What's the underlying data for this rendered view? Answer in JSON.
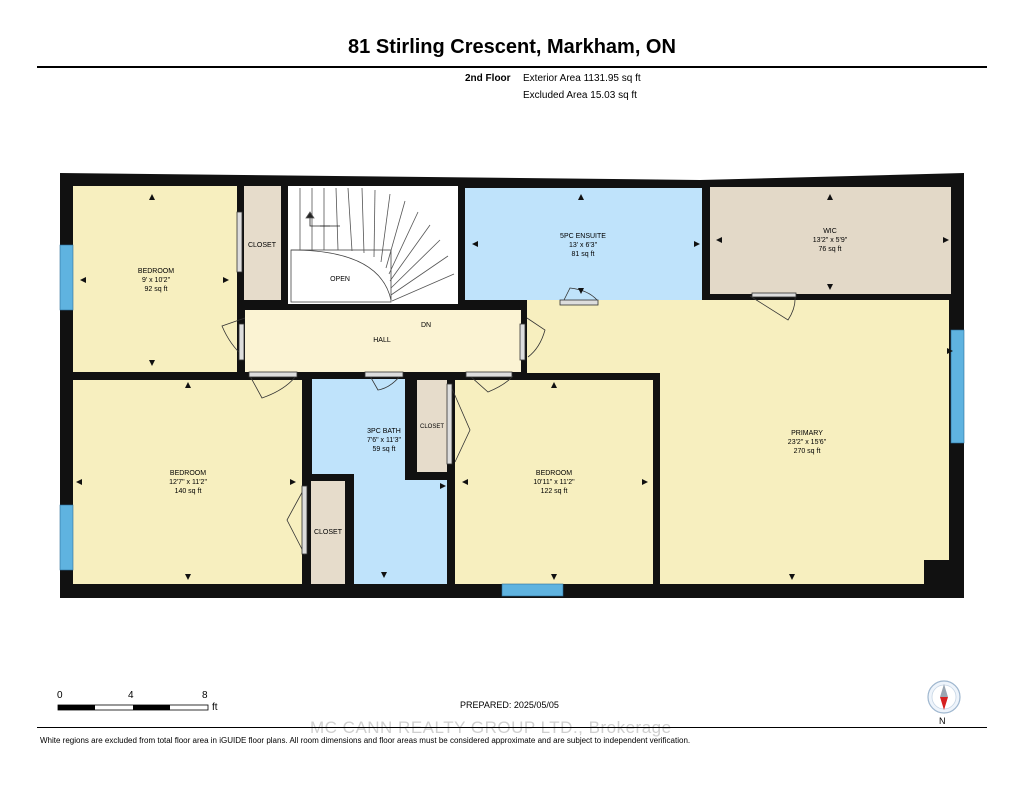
{
  "header": {
    "title": "81 Stirling Crescent, Markham, ON",
    "floor": "2nd Floor",
    "exterior_area": "Exterior Area 1131.95 sq ft",
    "excluded_area": "Excluded Area 15.03 sq ft"
  },
  "rooms": {
    "bedroom_nw": {
      "name": "BEDROOM",
      "dims": "9' x 10'2\"",
      "area": "92 sq ft"
    },
    "closet_nw": {
      "name": "CLOSET"
    },
    "open": {
      "name": "OPEN"
    },
    "ensuite": {
      "name": "5PC ENSUITE",
      "dims": "13' x 6'3\"",
      "area": "81 sq ft"
    },
    "wic": {
      "name": "WIC",
      "dims": "13'2\" x 5'9\"",
      "area": "76 sq ft"
    },
    "hall": {
      "name": "HALL"
    },
    "dn": {
      "name": "DN"
    },
    "bedroom_sw": {
      "name": "BEDROOM",
      "dims": "12'7\" x 11'2\"",
      "area": "140 sq ft"
    },
    "closet_sw": {
      "name": "CLOSET"
    },
    "bath": {
      "name": "3PC BATH",
      "dims": "7'6\" x 11'3\"",
      "area": "59 sq ft"
    },
    "closet_mid": {
      "name": "CLOSET"
    },
    "bedroom_mid": {
      "name": "BEDROOM",
      "dims": "10'11\" x 11'2\"",
      "area": "122 sq ft"
    },
    "primary": {
      "name": "PRIMARY",
      "dims": "23'2\" x 15'6\"",
      "area": "270 sq ft"
    }
  },
  "scale": {
    "ticks": [
      "0",
      "4",
      "8"
    ],
    "unit": "ft"
  },
  "prepared": "PREPARED: 2025/05/05",
  "watermark": "MC CANN REALTY GROUP LTD., Brokerage",
  "disclaimer": "White regions are excluded from total floor area in iGUIDE floor plans. All room dimensions and floor areas must be considered approximate and are subject to independent verification.",
  "compass": {
    "label": "N",
    "needle_color": "#d62020"
  },
  "colors": {
    "bedroom": "#f7efbf",
    "closet": "#e6dccb",
    "bath": "#bfe3fb",
    "wic": "#e3d9c8",
    "hall": "#fbf3d3",
    "wall": "#111111",
    "window": "#5fb3e0"
  }
}
